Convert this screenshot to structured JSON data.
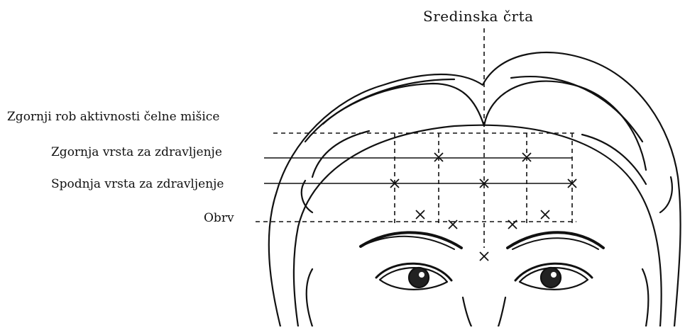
{
  "labels": {
    "midline": "Sredinska črta",
    "upper_edge": "Zgornji rob aktivnosti čelne mišice",
    "upper_row": "Zgornja vrsta za zdravljenje",
    "lower_row": "Spodnja vrsta za zdravljenje",
    "brow": "Obrv"
  },
  "colors": {
    "ink": "#111111",
    "background": "#ffffff"
  }
}
